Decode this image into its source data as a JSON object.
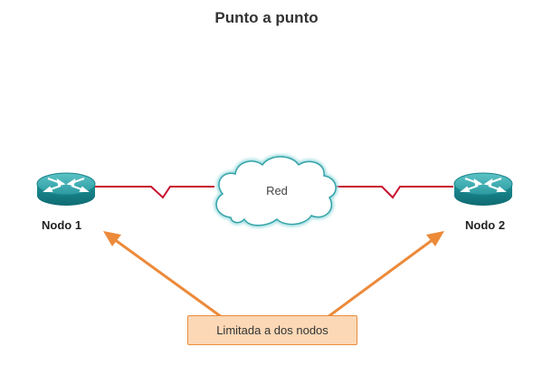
{
  "title": "Punto a punto",
  "nodes": [
    {
      "label": "Nodo 1",
      "icon": "router-icon"
    },
    {
      "label": "Nodo 2",
      "icon": "router-icon"
    }
  ],
  "network": {
    "label": "Red",
    "icon": "cloud-icon"
  },
  "callout": {
    "text": "Limitada a dos nodos"
  },
  "colors": {
    "link": "#c8102e",
    "router_top": "#3aaeb3",
    "router_side": "#157f86",
    "cloud_fill": "#ffffff",
    "cloud_stroke": "#35a3a8",
    "arrow": "#ec8a3a",
    "callout_fill": "#fcd8b6",
    "callout_border": "#e98c3e"
  }
}
